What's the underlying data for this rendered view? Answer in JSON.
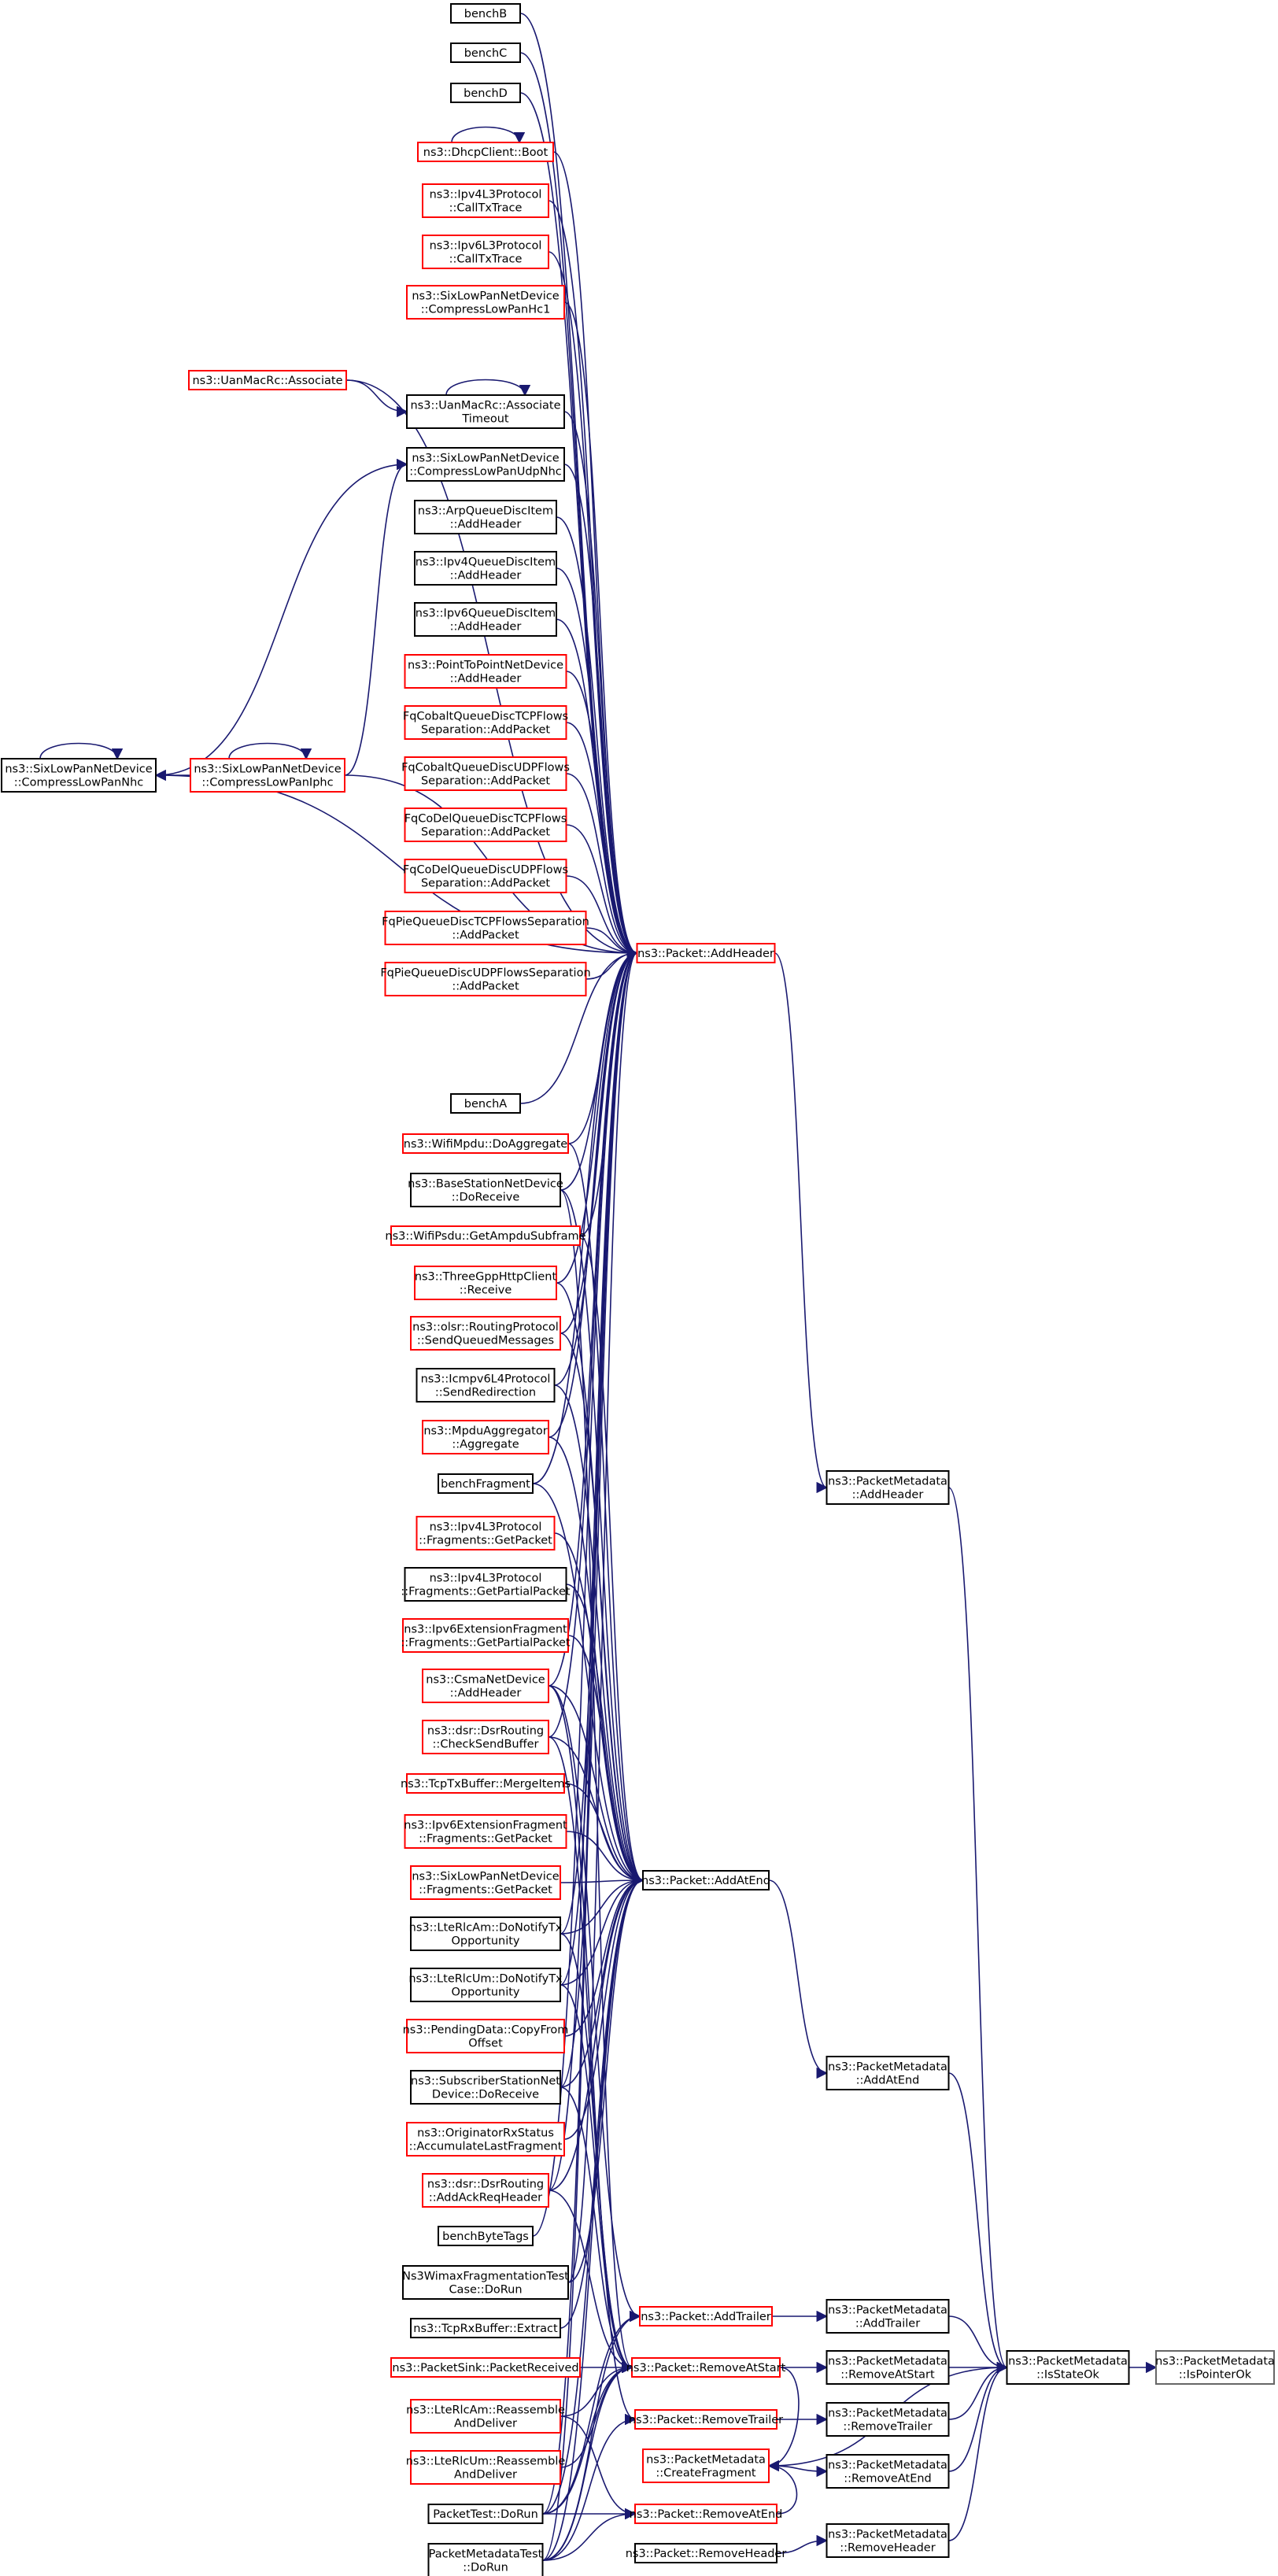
{
  "colors": {
    "edge": "#191970",
    "border_default": "#000000",
    "border_linked": "#ff0000",
    "border_root": "#666666",
    "root_fill": "#bfbfbf",
    "node_fill": "#ffffff"
  },
  "nodes": [
    {
      "id": "benchB",
      "lines": [
        "benchB"
      ],
      "border": "black"
    },
    {
      "id": "benchC",
      "lines": [
        "benchC"
      ],
      "border": "black"
    },
    {
      "id": "benchD",
      "lines": [
        "benchD"
      ],
      "border": "black"
    },
    {
      "id": "dhcpBoot",
      "lines": [
        "ns3::DhcpClient::Boot"
      ],
      "border": "red"
    },
    {
      "id": "ipv4CallTx",
      "lines": [
        "ns3::Ipv4L3Protocol",
        "::CallTxTrace"
      ],
      "border": "red"
    },
    {
      "id": "ipv6CallTx",
      "lines": [
        "ns3::Ipv6L3Protocol",
        "::CallTxTrace"
      ],
      "border": "red"
    },
    {
      "id": "hc1",
      "lines": [
        "ns3::SixLowPanNetDevice",
        "::CompressLowPanHc1"
      ],
      "border": "red"
    },
    {
      "id": "uanAssoc",
      "lines": [
        "ns3::UanMacRc::Associate"
      ],
      "border": "red"
    },
    {
      "id": "uanAssocTO",
      "lines": [
        "ns3::UanMacRc::Associate",
        "Timeout"
      ],
      "border": "black"
    },
    {
      "id": "udpNhc",
      "lines": [
        "ns3::SixLowPanNetDevice",
        "::CompressLowPanUdpNhc"
      ],
      "border": "black"
    },
    {
      "id": "arpQ",
      "lines": [
        "ns3::ArpQueueDiscItem",
        "::AddHeader"
      ],
      "border": "black"
    },
    {
      "id": "ipv4Q",
      "lines": [
        "ns3::Ipv4QueueDiscItem",
        "::AddHeader"
      ],
      "border": "black"
    },
    {
      "id": "ipv6Q",
      "lines": [
        "ns3::Ipv6QueueDiscItem",
        "::AddHeader"
      ],
      "border": "black"
    },
    {
      "id": "p2pAdd",
      "lines": [
        "ns3::PointToPointNetDevice",
        "::AddHeader"
      ],
      "border": "red"
    },
    {
      "id": "fqCobTCP",
      "lines": [
        "FqCobaltQueueDiscTCPFlows",
        "Separation::AddPacket"
      ],
      "border": "red"
    },
    {
      "id": "fqCobUDP",
      "lines": [
        "FqCobaltQueueDiscUDPFlows",
        "Separation::AddPacket"
      ],
      "border": "red"
    },
    {
      "id": "fqCoDTCP",
      "lines": [
        "FqCoDelQueueDiscTCPFlows",
        "Separation::AddPacket"
      ],
      "border": "red"
    },
    {
      "id": "fqCoDUDP",
      "lines": [
        "FqCoDelQueueDiscUDPFlows",
        "Separation::AddPacket"
      ],
      "border": "red"
    },
    {
      "id": "fqPieTCP",
      "lines": [
        "FqPieQueueDiscTCPFlowsSeparation",
        "::AddPacket"
      ],
      "border": "red"
    },
    {
      "id": "fqPieUDP",
      "lines": [
        "FqPieQueueDiscUDPFlowsSeparation",
        "::AddPacket"
      ],
      "border": "red"
    },
    {
      "id": "nhc",
      "lines": [
        "ns3::SixLowPanNetDevice",
        "::CompressLowPanNhc"
      ],
      "border": "black"
    },
    {
      "id": "iphc",
      "lines": [
        "ns3::SixLowPanNetDevice",
        "::CompressLowPanIphc"
      ],
      "border": "red"
    },
    {
      "id": "addHeader",
      "lines": [
        "ns3::Packet::AddHeader"
      ],
      "border": "red"
    },
    {
      "id": "benchA",
      "lines": [
        "benchA"
      ],
      "border": "black"
    },
    {
      "id": "wifiAgg",
      "lines": [
        "ns3::WifiMpdu::DoAggregate"
      ],
      "border": "red"
    },
    {
      "id": "bsRecv",
      "lines": [
        "ns3::BaseStationNetDevice",
        "::DoReceive"
      ],
      "border": "black"
    },
    {
      "id": "ampdu",
      "lines": [
        "ns3::WifiPsdu::GetAmpduSubframe"
      ],
      "border": "red"
    },
    {
      "id": "gppRecv",
      "lines": [
        "ns3::ThreeGppHttpClient",
        "::Receive"
      ],
      "border": "red"
    },
    {
      "id": "olsr",
      "lines": [
        "ns3::olsr::RoutingProtocol",
        "::SendQueuedMessages"
      ],
      "border": "red"
    },
    {
      "id": "icmpRedir",
      "lines": [
        "ns3::Icmpv6L4Protocol",
        "::SendRedirection"
      ],
      "border": "black"
    },
    {
      "id": "mpduAgg",
      "lines": [
        "ns3::MpduAggregator",
        "::Aggregate"
      ],
      "border": "red"
    },
    {
      "id": "benchFrag",
      "lines": [
        "benchFragment"
      ],
      "border": "black"
    },
    {
      "id": "ipv4FragGet",
      "lines": [
        "ns3::Ipv4L3Protocol",
        "::Fragments::GetPacket"
      ],
      "border": "red"
    },
    {
      "id": "ipv4FragPartial",
      "lines": [
        "ns3::Ipv4L3Protocol",
        "::Fragments::GetPartialPacket"
      ],
      "border": "black"
    },
    {
      "id": "ipv6ExtPartial",
      "lines": [
        "ns3::Ipv6ExtensionFragment",
        "::Fragments::GetPartialPacket"
      ],
      "border": "red"
    },
    {
      "id": "csmaAdd",
      "lines": [
        "ns3::CsmaNetDevice",
        "::AddHeader"
      ],
      "border": "red"
    },
    {
      "id": "dsrCheck",
      "lines": [
        "ns3::dsr::DsrRouting",
        "::CheckSendBuffer"
      ],
      "border": "red"
    },
    {
      "id": "tcpMerge",
      "lines": [
        "ns3::TcpTxBuffer::MergeItems"
      ],
      "border": "red"
    },
    {
      "id": "ipv6ExtGet",
      "lines": [
        "ns3::Ipv6ExtensionFragment",
        "::Fragments::GetPacket"
      ],
      "border": "red"
    },
    {
      "id": "sixFragGet",
      "lines": [
        "ns3::SixLowPanNetDevice",
        "::Fragments::GetPacket"
      ],
      "border": "red"
    },
    {
      "id": "addAtEnd",
      "lines": [
        "ns3::Packet::AddAtEnd"
      ],
      "border": "black"
    },
    {
      "id": "rlcAmTx",
      "lines": [
        "ns3::LteRlcAm::DoNotifyTx",
        "Opportunity"
      ],
      "border": "black"
    },
    {
      "id": "rlcUmTx",
      "lines": [
        "ns3::LteRlcUm::DoNotifyTx",
        "Opportunity"
      ],
      "border": "black"
    },
    {
      "id": "pendCopy",
      "lines": [
        "ns3::PendingData::CopyFrom",
        "Offset"
      ],
      "border": "red"
    },
    {
      "id": "ssRecv",
      "lines": [
        "ns3::SubscriberStationNet",
        "Device::DoReceive"
      ],
      "border": "black"
    },
    {
      "id": "origAcc",
      "lines": [
        "ns3::OriginatorRxStatus",
        "::AccumulateLastFragment"
      ],
      "border": "red"
    },
    {
      "id": "dsrAck",
      "lines": [
        "ns3::dsr::DsrRouting",
        "::AddAckReqHeader"
      ],
      "border": "red"
    },
    {
      "id": "benchByte",
      "lines": [
        "benchByteTags"
      ],
      "border": "black"
    },
    {
      "id": "wimaxFrag",
      "lines": [
        "Ns3WimaxFragmentationTest",
        "Case::DoRun"
      ],
      "border": "black"
    },
    {
      "id": "tcpRxExtract",
      "lines": [
        "ns3::TcpRxBuffer::Extract"
      ],
      "border": "black"
    },
    {
      "id": "sinkRecv",
      "lines": [
        "ns3::PacketSink::PacketReceived"
      ],
      "border": "red"
    },
    {
      "id": "rlcAmReasm",
      "lines": [
        "ns3::LteRlcAm::Reassemble",
        "AndDeliver"
      ],
      "border": "red"
    },
    {
      "id": "rlcUmReasm",
      "lines": [
        "ns3::LteRlcUm::Reassemble",
        "AndDeliver"
      ],
      "border": "red"
    },
    {
      "id": "pktTest",
      "lines": [
        "PacketTest::DoRun"
      ],
      "border": "black"
    },
    {
      "id": "pmTest",
      "lines": [
        "PacketMetadataTest",
        "::DoRun"
      ],
      "border": "black"
    },
    {
      "id": "addTrailer",
      "lines": [
        "ns3::Packet::AddTrailer"
      ],
      "border": "red"
    },
    {
      "id": "removeAtStart",
      "lines": [
        "ns3::Packet::RemoveAtStart"
      ],
      "border": "red"
    },
    {
      "id": "removeTrailer",
      "lines": [
        "ns3::Packet::RemoveTrailer"
      ],
      "border": "red"
    },
    {
      "id": "createFrag",
      "lines": [
        "ns3::PacketMetadata",
        "::CreateFragment"
      ],
      "border": "red"
    },
    {
      "id": "removeAtEnd",
      "lines": [
        "ns3::Packet::RemoveAtEnd"
      ],
      "border": "red"
    },
    {
      "id": "removeHeader",
      "lines": [
        "ns3::Packet::RemoveHeader"
      ],
      "border": "black"
    },
    {
      "id": "pmAddHeader",
      "lines": [
        "ns3::PacketMetadata",
        "::AddHeader"
      ],
      "border": "black"
    },
    {
      "id": "pmAddAtEnd",
      "lines": [
        "ns3::PacketMetadata",
        "::AddAtEnd"
      ],
      "border": "black"
    },
    {
      "id": "pmAddTrailer",
      "lines": [
        "ns3::PacketMetadata",
        "::AddTrailer"
      ],
      "border": "black"
    },
    {
      "id": "pmRemoveAtStart",
      "lines": [
        "ns3::PacketMetadata",
        "::RemoveAtStart"
      ],
      "border": "black"
    },
    {
      "id": "pmRemoveTrailer",
      "lines": [
        "ns3::PacketMetadata",
        "::RemoveTrailer"
      ],
      "border": "black"
    },
    {
      "id": "pmRemoveAtEnd",
      "lines": [
        "ns3::PacketMetadata",
        "::RemoveAtEnd"
      ],
      "border": "black"
    },
    {
      "id": "pmRemoveHeader",
      "lines": [
        "ns3::PacketMetadata",
        "::RemoveHeader"
      ],
      "border": "black"
    },
    {
      "id": "isStateOk",
      "lines": [
        "ns3::PacketMetadata",
        "::IsStateOk"
      ],
      "border": "black"
    },
    {
      "id": "isPointerOk",
      "lines": [
        "ns3::PacketMetadata",
        "::IsPointerOk"
      ],
      "border": "root"
    }
  ],
  "edges": [
    [
      "benchB",
      "addHeader"
    ],
    [
      "benchC",
      "addHeader"
    ],
    [
      "benchD",
      "addHeader"
    ],
    [
      "dhcpBoot",
      "dhcpBoot"
    ],
    [
      "dhcpBoot",
      "addHeader"
    ],
    [
      "ipv4CallTx",
      "addHeader"
    ],
    [
      "ipv6CallTx",
      "addHeader"
    ],
    [
      "hc1",
      "addHeader"
    ],
    [
      "uanAssoc",
      "addHeader"
    ],
    [
      "uanAssoc",
      "uanAssocTO"
    ],
    [
      "uanAssocTO",
      "uanAssocTO"
    ],
    [
      "uanAssocTO",
      "addHeader"
    ],
    [
      "udpNhc",
      "addHeader"
    ],
    [
      "arpQ",
      "addHeader"
    ],
    [
      "ipv4Q",
      "addHeader"
    ],
    [
      "ipv6Q",
      "addHeader"
    ],
    [
      "p2pAdd",
      "addHeader"
    ],
    [
      "fqCobTCP",
      "addHeader"
    ],
    [
      "fqCobUDP",
      "addHeader"
    ],
    [
      "fqCoDTCP",
      "addHeader"
    ],
    [
      "fqCoDUDP",
      "addHeader"
    ],
    [
      "fqPieTCP",
      "addHeader"
    ],
    [
      "fqPieUDP",
      "addHeader"
    ],
    [
      "nhc",
      "nhc"
    ],
    [
      "nhc",
      "udpNhc"
    ],
    [
      "nhc",
      "addHeader"
    ],
    [
      "iphc",
      "iphc"
    ],
    [
      "iphc",
      "nhc"
    ],
    [
      "iphc",
      "udpNhc"
    ],
    [
      "iphc",
      "addHeader"
    ],
    [
      "benchA",
      "addHeader"
    ],
    [
      "wifiAgg",
      "addHeader"
    ],
    [
      "bsRecv",
      "addHeader"
    ],
    [
      "ampdu",
      "addHeader"
    ],
    [
      "gppRecv",
      "addHeader"
    ],
    [
      "olsr",
      "addHeader"
    ],
    [
      "icmpRedir",
      "addHeader"
    ],
    [
      "mpduAgg",
      "addHeader"
    ],
    [
      "benchFrag",
      "addHeader"
    ],
    [
      "csmaAdd",
      "addHeader"
    ],
    [
      "dsrCheck",
      "addHeader"
    ],
    [
      "rlcAmTx",
      "addHeader"
    ],
    [
      "rlcUmTx",
      "addHeader"
    ],
    [
      "ssRecv",
      "addHeader"
    ],
    [
      "dsrAck",
      "addHeader"
    ],
    [
      "benchByte",
      "addHeader"
    ],
    [
      "wimaxFrag",
      "addHeader"
    ],
    [
      "pktTest",
      "addHeader"
    ],
    [
      "pmTest",
      "addHeader"
    ],
    [
      "wifiAgg",
      "addAtEnd"
    ],
    [
      "bsRecv",
      "addAtEnd"
    ],
    [
      "ampdu",
      "addAtEnd"
    ],
    [
      "gppRecv",
      "addAtEnd"
    ],
    [
      "olsr",
      "addAtEnd"
    ],
    [
      "icmpRedir",
      "addAtEnd"
    ],
    [
      "mpduAgg",
      "addAtEnd"
    ],
    [
      "benchFrag",
      "addAtEnd"
    ],
    [
      "ipv4FragGet",
      "addAtEnd"
    ],
    [
      "ipv4FragPartial",
      "addAtEnd"
    ],
    [
      "ipv6ExtPartial",
      "addAtEnd"
    ],
    [
      "csmaAdd",
      "addAtEnd"
    ],
    [
      "dsrCheck",
      "addAtEnd"
    ],
    [
      "tcpMerge",
      "addAtEnd"
    ],
    [
      "ipv6ExtGet",
      "addAtEnd"
    ],
    [
      "sixFragGet",
      "addAtEnd"
    ],
    [
      "rlcAmTx",
      "addAtEnd"
    ],
    [
      "rlcUmTx",
      "addAtEnd"
    ],
    [
      "pendCopy",
      "addAtEnd"
    ],
    [
      "ssRecv",
      "addAtEnd"
    ],
    [
      "origAcc",
      "addAtEnd"
    ],
    [
      "dsrAck",
      "addAtEnd"
    ],
    [
      "wimaxFrag",
      "addAtEnd"
    ],
    [
      "tcpRxExtract",
      "addAtEnd"
    ],
    [
      "pktTest",
      "addAtEnd"
    ],
    [
      "pmTest",
      "addAtEnd"
    ],
    [
      "csmaAdd",
      "addTrailer"
    ],
    [
      "pktTest",
      "addTrailer"
    ],
    [
      "pmTest",
      "addTrailer"
    ],
    [
      "bsRecv",
      "removeAtStart"
    ],
    [
      "rlcAmTx",
      "removeAtStart"
    ],
    [
      "rlcUmTx",
      "removeAtStart"
    ],
    [
      "ssRecv",
      "removeAtStart"
    ],
    [
      "sinkRecv",
      "removeAtStart"
    ],
    [
      "rlcAmReasm",
      "removeAtStart"
    ],
    [
      "rlcUmReasm",
      "removeAtStart"
    ],
    [
      "pktTest",
      "removeAtStart"
    ],
    [
      "pmTest",
      "removeAtStart"
    ],
    [
      "dsrCheck",
      "removeAtStart"
    ],
    [
      "dsrAck",
      "removeAtStart"
    ],
    [
      "csmaAdd",
      "removeTrailer"
    ],
    [
      "pmTest",
      "removeTrailer"
    ],
    [
      "pktTest",
      "removeAtEnd"
    ],
    [
      "pmTest",
      "removeAtEnd"
    ],
    [
      "rlcAmReasm",
      "removeAtEnd"
    ],
    [
      "addHeader",
      "pmAddHeader"
    ],
    [
      "addAtEnd",
      "pmAddAtEnd"
    ],
    [
      "addTrailer",
      "pmAddTrailer"
    ],
    [
      "removeAtStart",
      "pmRemoveAtStart"
    ],
    [
      "removeTrailer",
      "pmRemoveTrailer"
    ],
    [
      "createFrag",
      "pmRemoveAtEnd"
    ],
    [
      "removeAtStart",
      "createFrag"
    ],
    [
      "removeAtEnd",
      "createFrag"
    ],
    [
      "removeHeader",
      "pmRemoveHeader"
    ],
    [
      "pmAddHeader",
      "isStateOk"
    ],
    [
      "pmAddAtEnd",
      "isStateOk"
    ],
    [
      "pmAddTrailer",
      "isStateOk"
    ],
    [
      "pmRemoveAtStart",
      "isStateOk"
    ],
    [
      "pmRemoveTrailer",
      "isStateOk"
    ],
    [
      "pmRemoveAtEnd",
      "isStateOk"
    ],
    [
      "pmRemoveHeader",
      "isStateOk"
    ],
    [
      "createFrag",
      "isStateOk"
    ],
    [
      "isStateOk",
      "isPointerOk"
    ]
  ]
}
